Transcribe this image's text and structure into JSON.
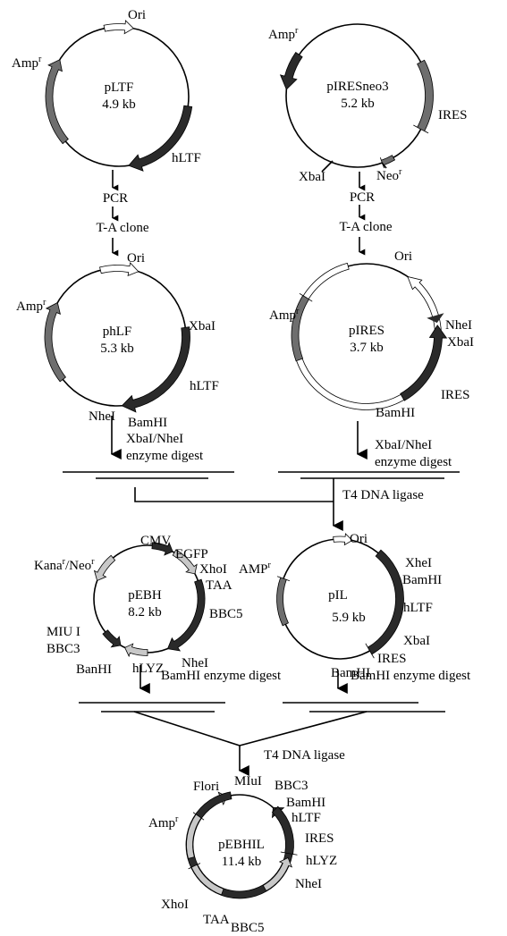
{
  "plasmids": {
    "pltf": {
      "name": "pLTF",
      "size": "4.9 kb",
      "ori": "Ori",
      "amp": "Amp",
      "amp_sup": "r",
      "gene": "hLTF"
    },
    "piresneo3": {
      "name": "pIRESneo3",
      "size": "5.2 kb",
      "amp": "Amp",
      "amp_sup": "r",
      "ires": "IRES",
      "xbai": "XbaI",
      "neo": "Neo",
      "neo_sup": "r"
    },
    "phlf": {
      "name": "phLF",
      "size": "5.3 kb",
      "ori": "Ori",
      "amp": "Amp",
      "amp_sup": "r",
      "xbai": "XbaI",
      "gene": "hLTF",
      "nhei": "NheI",
      "bamhi": "BamHI"
    },
    "pires": {
      "name": "pIRES",
      "size": "3.7 kb",
      "ori": "Ori",
      "amp": "Amp",
      "amp_sup": "r",
      "nhei": "NheI",
      "xbai": "XbaI",
      "ires": "IRES",
      "bamhi": "BamHI"
    },
    "pebh": {
      "name": "pEBH",
      "size": "8.2 kb",
      "cmv": "CMV",
      "egfp": "EGFP",
      "xhoi": "XhoI",
      "taa": "TAA",
      "kana": "Kana",
      "kana_sup": "r",
      "neo": "/Neo",
      "neo_sup": "r",
      "bbc5": "BBC5",
      "miu": "MIU I",
      "bbc3": "BBC3",
      "banhi": "BanHI",
      "hlyz": "hLYZ",
      "nhei": "NheI"
    },
    "pil": {
      "name": "pIL",
      "size": "5.9 kb",
      "ori": "Ori",
      "amp": "AMP",
      "amp_sup": "r",
      "xhei": "XheI",
      "bamhi1": "BamHI",
      "hltf": "hLTF",
      "xbai": "XbaI",
      "ires": "IRES",
      "bamhi2": "BamHI"
    },
    "pebhil": {
      "name": "pEBHIL",
      "size": "11.4 kb",
      "flori": "Flori",
      "miui": "MIuI",
      "bbc3": "BBC3",
      "bamhi": "BamHI",
      "hltf": "hLTF",
      "amp": "Amp",
      "amp_sup": "r",
      "ires": "IRES",
      "hlyz": "hLYZ",
      "nhei": "NheI",
      "xhoi": "XhoI",
      "taa": "TAA",
      "bbc5": "BBC5"
    }
  },
  "steps": {
    "pcr_left": "PCR",
    "ta_left": "T-A clone",
    "pcr_right": "PCR",
    "ta_right": "T-A clone",
    "digest_left_1": "XbaI/NheI",
    "digest_left_2": "enzyme digest",
    "digest_right_1": "XbaI/NheI",
    "digest_right_2": "enzyme digest",
    "ligase_1": "T4 DNA ligase",
    "bamhi_left": "BamHI enzyme digest",
    "bamhi_right": "BamHI enzyme digest",
    "ligase_2": "T4 DNA ligase"
  },
  "colors": {
    "dark": "#2a2a2a",
    "grey": "#6e6e6e",
    "light": "#c8c8c8",
    "line": "#000000"
  }
}
